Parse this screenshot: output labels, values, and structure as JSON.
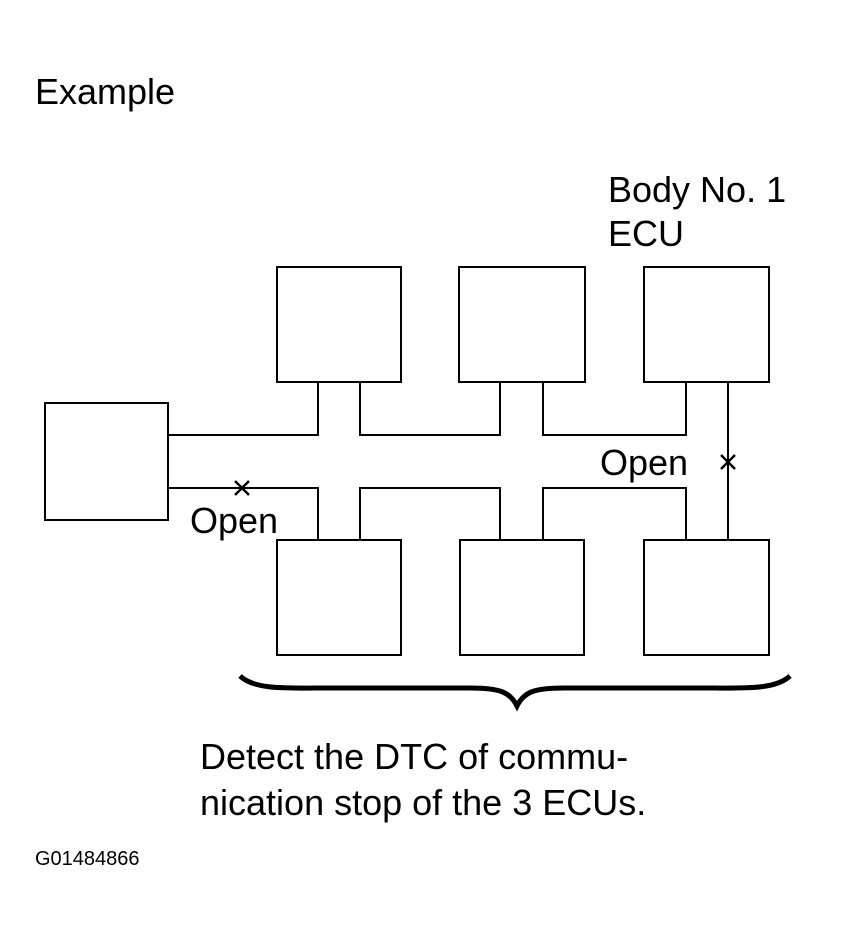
{
  "title": "Example",
  "labels": {
    "body_ecu_line1": "Body No. 1",
    "body_ecu_line2": "ECU",
    "open_left": "Open",
    "open_right": "Open"
  },
  "caption": {
    "line1": "Detect the DTC of commu-",
    "line2": "nication stop of the 3 ECUs."
  },
  "figure_id": "G01484866",
  "marks": {
    "break_symbol": "×"
  },
  "colors": {
    "ink": "#000000",
    "background": "#ffffff"
  }
}
